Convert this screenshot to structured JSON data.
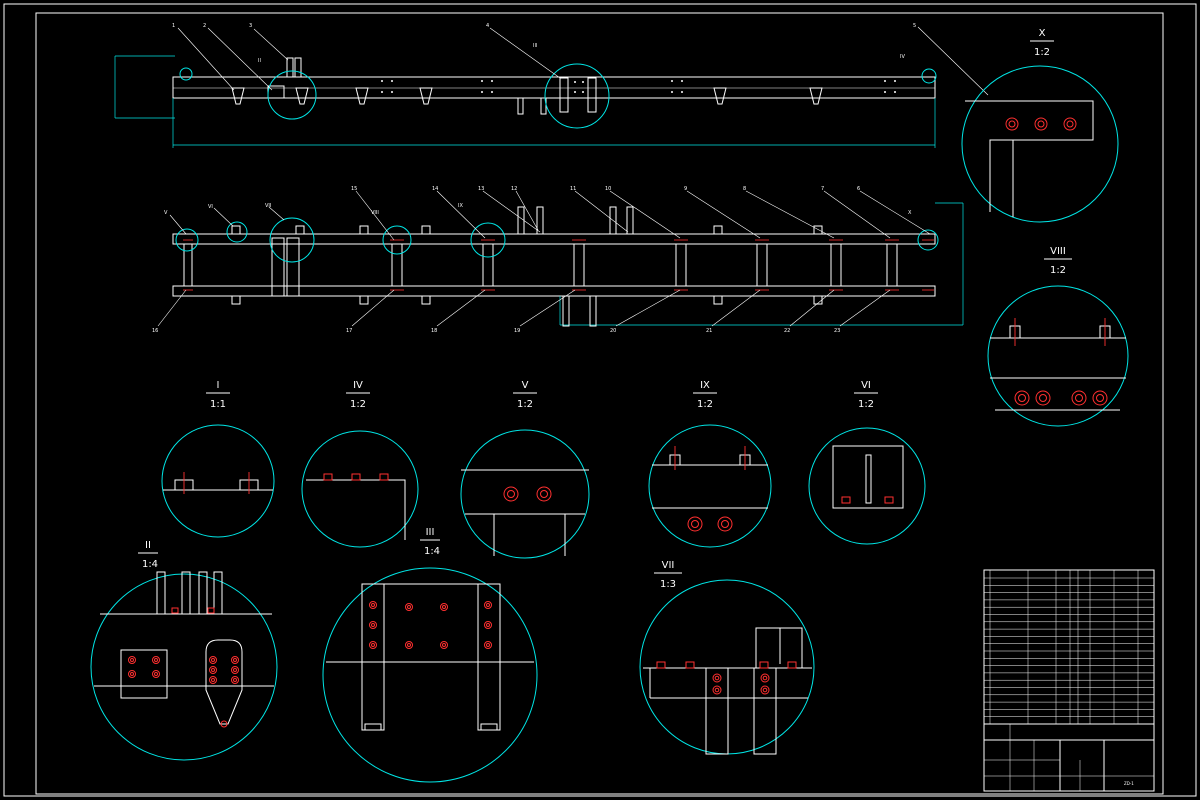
{
  "colors": {
    "background": "#000000",
    "outline": "#ffffff",
    "detail_circle": "#00e5e5",
    "bolt": "#ff3030"
  },
  "details": [
    {
      "id": "detail-x",
      "roman": "X",
      "scale": "1:2"
    },
    {
      "id": "detail-viii",
      "roman": "VIII",
      "scale": "1:2"
    },
    {
      "id": "detail-i",
      "roman": "I",
      "scale": "1:1"
    },
    {
      "id": "detail-iv",
      "roman": "IV",
      "scale": "1:2"
    },
    {
      "id": "detail-v",
      "roman": "V",
      "scale": "1:2"
    },
    {
      "id": "detail-ix",
      "roman": "IX",
      "scale": "1:2"
    },
    {
      "id": "detail-vi",
      "roman": "VI",
      "scale": "1:2"
    },
    {
      "id": "detail-ii",
      "roman": "II",
      "scale": "1:4"
    },
    {
      "id": "detail-iii",
      "roman": "III",
      "scale": "1:4"
    },
    {
      "id": "detail-vii",
      "roman": "VII",
      "scale": "1:3"
    }
  ],
  "side_view": {
    "leaders": [
      "1",
      "2",
      "3",
      "4",
      "5"
    ],
    "markers": [
      "II",
      "III",
      "IV"
    ]
  },
  "plan_view": {
    "markers": [
      "V",
      "VI",
      "VII",
      "VIII",
      "IX",
      "X"
    ],
    "leaders_top": [
      "15",
      "14",
      "13",
      "12",
      "11",
      "10",
      "9",
      "8",
      "7",
      "6"
    ],
    "leaders_bottom": [
      "16",
      "17",
      "18",
      "19",
      "20",
      "21",
      "22",
      "23"
    ]
  },
  "title_block": {
    "drawing_number": "ZD-1"
  }
}
